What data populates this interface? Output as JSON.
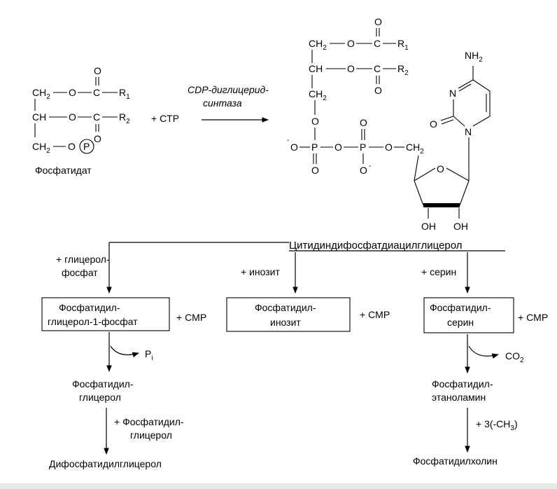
{
  "phosphatidate": {
    "ch2": "CH",
    "ch2_sub": "2",
    "ch": "CH",
    "o": "O",
    "c": "C",
    "r1": "R",
    "r1_sub": "1",
    "r2": "R",
    "r2_sub": "2",
    "p": "P",
    "label": "Фосфатидат"
  },
  "ctp": "+ CTP",
  "enzyme": {
    "line1": "CDP-диглицерид-",
    "line2": "синтаза"
  },
  "cdp_dag": {
    "nh2": "NH",
    "nh2_sub": "2",
    "n": "N",
    "oh": "OH",
    "o_minus": "-",
    "label": "Цитидиндифосфатдиацилглицерол"
  },
  "branch_left": {
    "reagent_line1": "+ глицерол-",
    "reagent_line2": "фосфат",
    "box_line1": "Фосфатидил-",
    "box_line2": "глицерол-1-фосфат",
    "cmp": "+ CMP",
    "pi": "P",
    "pi_sub": "i",
    "product1_line1": "Фосфатидил-",
    "product1_line2": "глицерол",
    "reagent2_line1": "+ Фосфатидил-",
    "reagent2_line2": "глицерол",
    "product2": "Дифосфатидилглицерол"
  },
  "branch_middle": {
    "reagent": "+ инозит",
    "box_line1": "Фосфатидил-",
    "box_line2": "инозит",
    "cmp": "+ CMP"
  },
  "branch_right": {
    "reagent": "+ серин",
    "box_line1": "Фосфатидил-",
    "box_line2": "серин",
    "cmp": "+ CMP",
    "co2": "CO",
    "co2_sub": "2",
    "product1_line1": "Фосфатидил-",
    "product1_line2": "этаноламин",
    "reagent2": "+ 3(-CH",
    "reagent2_sub": "3",
    "reagent2_end": ")",
    "product2": "Фосфатидилхолин"
  }
}
